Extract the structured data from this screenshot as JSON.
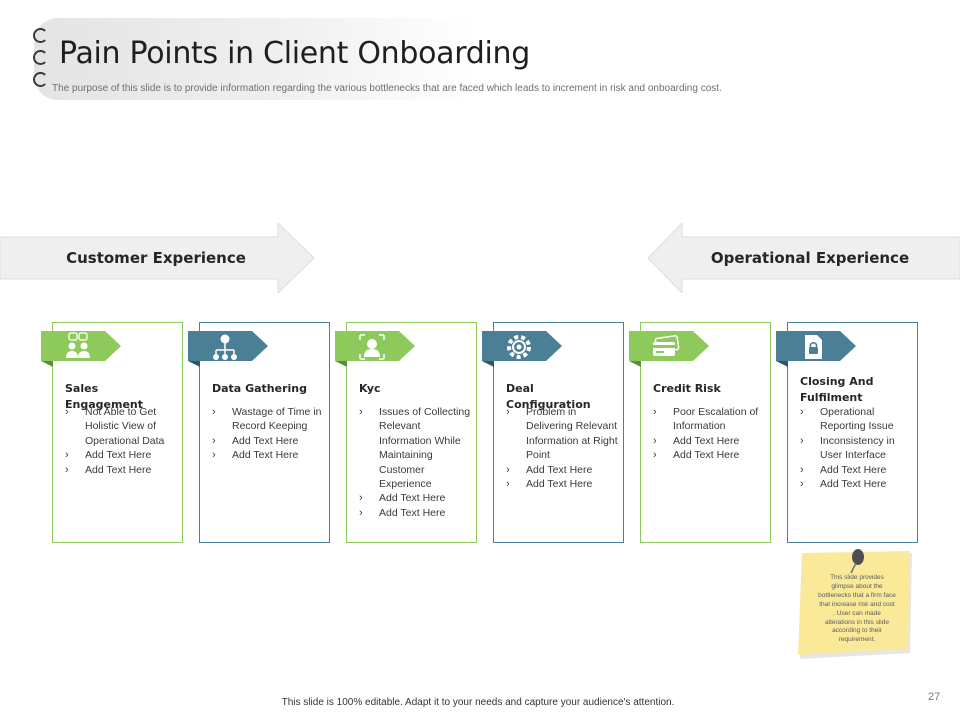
{
  "slide": {
    "title": "Pain Points in Client Onboarding",
    "subtitle": "The purpose of this slide is to provide information regarding the various bottlenecks that are faced which leads to increment in risk and onboarding cost.",
    "left_arrow_label": "Customer Experience",
    "right_arrow_label": "Operational Experience",
    "footer": "This slide is 100% editable. Adapt it to your needs and capture your audience's attention.",
    "page_number": "27"
  },
  "colors": {
    "green": "#8dc95b",
    "blue": "#4a7f95",
    "arrow_fill": "#efefef",
    "note_yellow": "#fbe99a"
  },
  "cards": [
    {
      "title": "Sales Engagement",
      "icon": "people-dollar-icon",
      "accent": "green",
      "items": [
        "Not Able to Get Holistic View of Operational Data",
        "Add Text Here",
        "Add Text Here"
      ]
    },
    {
      "title": "Data Gathering",
      "icon": "network-tree-icon",
      "accent": "blue",
      "items": [
        "Wastage of Time in Record Keeping",
        "Add Text Here",
        "Add Text Here"
      ]
    },
    {
      "title": "Kyc",
      "icon": "user-profile-icon",
      "accent": "green",
      "items": [
        "Issues of Collecting Relevant Information While Maintaining Customer Experience",
        "Add Text Here",
        "Add Text Here"
      ]
    },
    {
      "title": "Deal Configuration",
      "icon": "gear-icon",
      "accent": "blue",
      "items": [
        "Problem in Delivering Relevant Information at Right Point",
        "Add Text Here",
        "Add Text Here"
      ]
    },
    {
      "title": "Credit Risk",
      "icon": "credit-card-icon",
      "accent": "green",
      "items": [
        "Poor Escalation of Information",
        "Add Text Here",
        "Add Text Here"
      ]
    },
    {
      "title": "Closing And Fulfilment",
      "icon": "locked-document-icon",
      "accent": "blue",
      "items": [
        "Operational Reporting Issue",
        "Inconsistency in User Interface",
        "Add Text Here",
        "Add Text Here"
      ]
    }
  ],
  "sticky_note": {
    "text": "This slide provides glimpse about the bottlenecks that a firm face that increase risk and cost . User can made alterations in this slide according to their requirement."
  }
}
